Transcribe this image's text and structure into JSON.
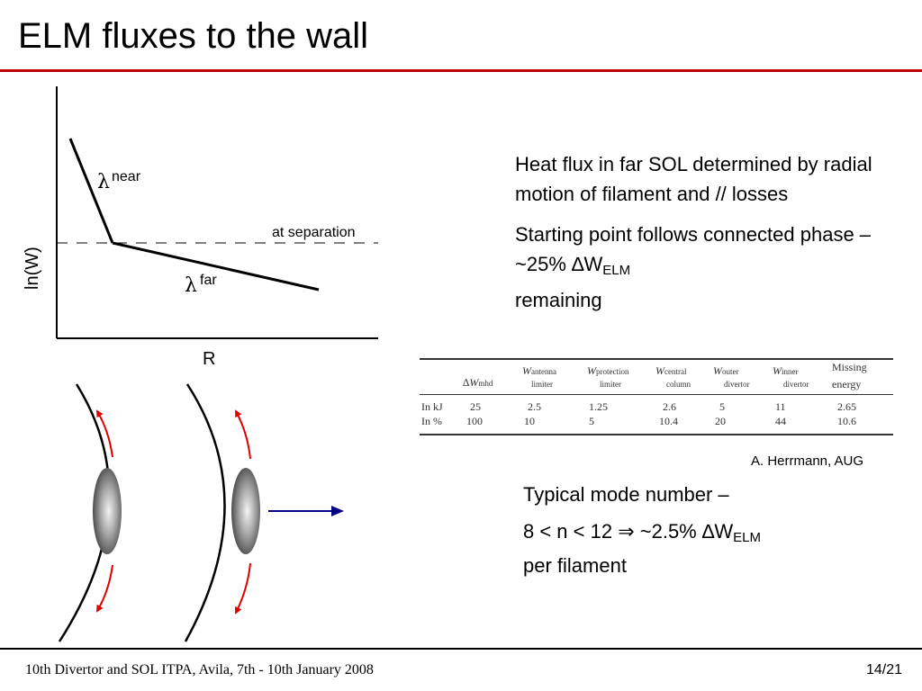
{
  "slide": {
    "title": "ELM fluxes to the wall",
    "page_number": "14/21",
    "footer": "10th Divertor and SOL ITPA, Avila, 7th - 10th January 2008"
  },
  "graph": {
    "ylabel": "ln(W)",
    "xlabel": "R",
    "lambda_symbol": "λ",
    "near_label": "near",
    "far_label": "far",
    "separation_label": "at separation"
  },
  "text1": {
    "para1": "Heat flux in far SOL determined by radial motion of filament and // losses",
    "para2_prefix": "Starting point follows connected phase – ~25% ",
    "delta": "∆",
    "w": "W",
    "elm_sub": "ELM",
    "para2_suffix": "remaining"
  },
  "table": {
    "headers": [
      {
        "main": "∆W",
        "sub": "mhd",
        "line2": ""
      },
      {
        "main": "W",
        "sub": "antenna",
        "line2": "limiter"
      },
      {
        "main": "W",
        "sub": "protection",
        "line2": "limiter"
      },
      {
        "main": "W",
        "sub": "central",
        "line2": "column"
      },
      {
        "main": "W",
        "sub": "outer",
        "line2": "divertor"
      },
      {
        "main": "W",
        "sub": "inner",
        "line2": "divertor"
      },
      {
        "main": "Missing",
        "sub": "",
        "line2": "energy"
      }
    ],
    "rows": [
      {
        "label": "In kJ",
        "values": [
          "25",
          "2.5",
          "1.25",
          "2.6",
          "5",
          "11",
          "2.65"
        ]
      },
      {
        "label": "In %",
        "values": [
          "100",
          "10",
          "5",
          "10.4",
          "20",
          "44",
          "10.6"
        ]
      }
    ]
  },
  "credit": "A. Herrmann, AUG",
  "text2": {
    "line1": "Typical mode number –",
    "line2_prefix": "8 < n < 12 ",
    "implies": "⇒",
    "line2_mid": " ~2.5% ",
    "delta": "∆",
    "w": "W",
    "elm_sub": "ELM",
    "line3": "per filament"
  },
  "colors": {
    "title_rule": "#c00000",
    "arrow_red": "#e00000",
    "arrow_blue": "#000080"
  }
}
